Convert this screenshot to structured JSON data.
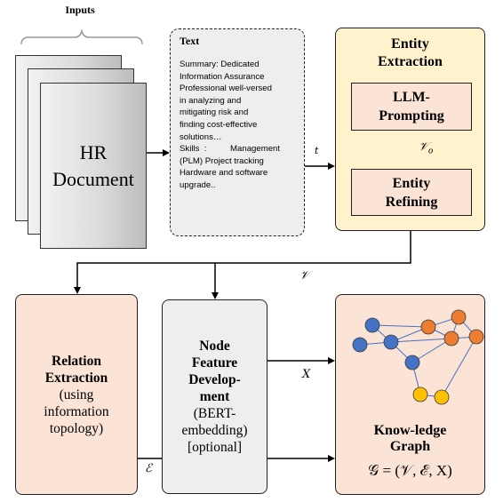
{
  "inputs_label": "Inputs",
  "hr_document": [
    "HR",
    "Document"
  ],
  "text_box": {
    "title": "Text",
    "lines": [
      "Summary:   Dedicated",
      "Information Assurance",
      "Professional  well-versed",
      "in analyzing and",
      "mitigating risk and",
      "finding cost-effective",
      "solutions…",
      "Skills  :          Management",
      "(PLM) Project tracking",
      "Hardware and software",
      "upgrade.."
    ]
  },
  "edge_t": "t",
  "entity_extraction": {
    "title": [
      "Entity",
      "Extraction"
    ],
    "llm_prompting": [
      "LLM-",
      "Prompting"
    ],
    "v0_label": "𝒱",
    "v0_sub": "o",
    "entity_refining": [
      "Entity",
      "Refining"
    ]
  },
  "v_label": "𝒱",
  "relation_extraction": {
    "title": [
      "Relation",
      "Extraction"
    ],
    "detail": [
      "(using",
      "information",
      "topology)"
    ]
  },
  "epsilon_label": "ℰ",
  "node_feature": {
    "title": [
      "Node",
      "Feature",
      "Develop-",
      "ment"
    ],
    "detail": [
      "(BERT-",
      "embedding)",
      "[optional]"
    ]
  },
  "x_label": "X",
  "knowledge_graph": {
    "title": "Know-ledge",
    "title2": "Graph",
    "formula": "𝒢 = (𝒱, ℰ, X)",
    "node_colors": {
      "blue": "#4472c4",
      "orange": "#ed7d31",
      "yellow": "#ffc000"
    },
    "edge_color": "#4472c4"
  },
  "colors": {
    "entity_bg": "#fff2cc",
    "salmon": "#fbe3d6",
    "gray_box": "#eeeeee"
  }
}
